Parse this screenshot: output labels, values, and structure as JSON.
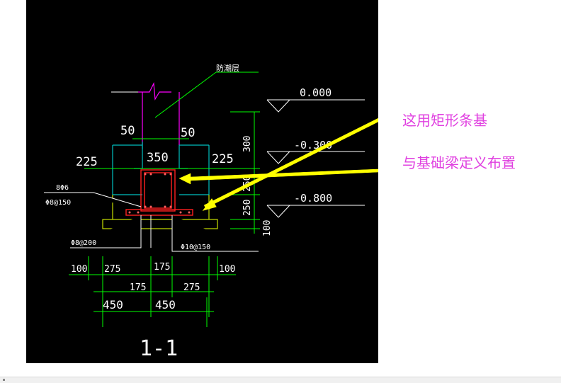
{
  "drawing": {
    "moisture_layer_label": "防潮层",
    "levels": [
      "0.000",
      "-0.300",
      "-0.800"
    ],
    "dims_top": [
      "50",
      "50",
      "225",
      "350",
      "225"
    ],
    "dims_vertical": [
      "300",
      "250",
      "250",
      "100"
    ],
    "rebar_stirrup_a": "8Φ6",
    "rebar_stirrup_b": "Φ8@150",
    "rebar_bottom_left": "Φ8@200",
    "rebar_bottom_right": "Φ10@150",
    "dims_row1": [
      "100",
      "275",
      "175",
      "100"
    ],
    "dims_row2": [
      "175",
      "275"
    ],
    "dims_row3": [
      "450",
      "450"
    ],
    "section_label": "1-1"
  },
  "annotations": {
    "line1": "这用矩形条基",
    "line2": "与基础梁定义布置"
  },
  "colors": {
    "background": "#000000",
    "cad_white": "#ffffff",
    "cad_green": "#00ff00",
    "cad_cyan": "#00c0c0",
    "cad_magenta": "#ff00ff",
    "cad_red": "#ff2020",
    "cad_yellow": "#ffff00",
    "annotation_text": "#e040e0"
  }
}
